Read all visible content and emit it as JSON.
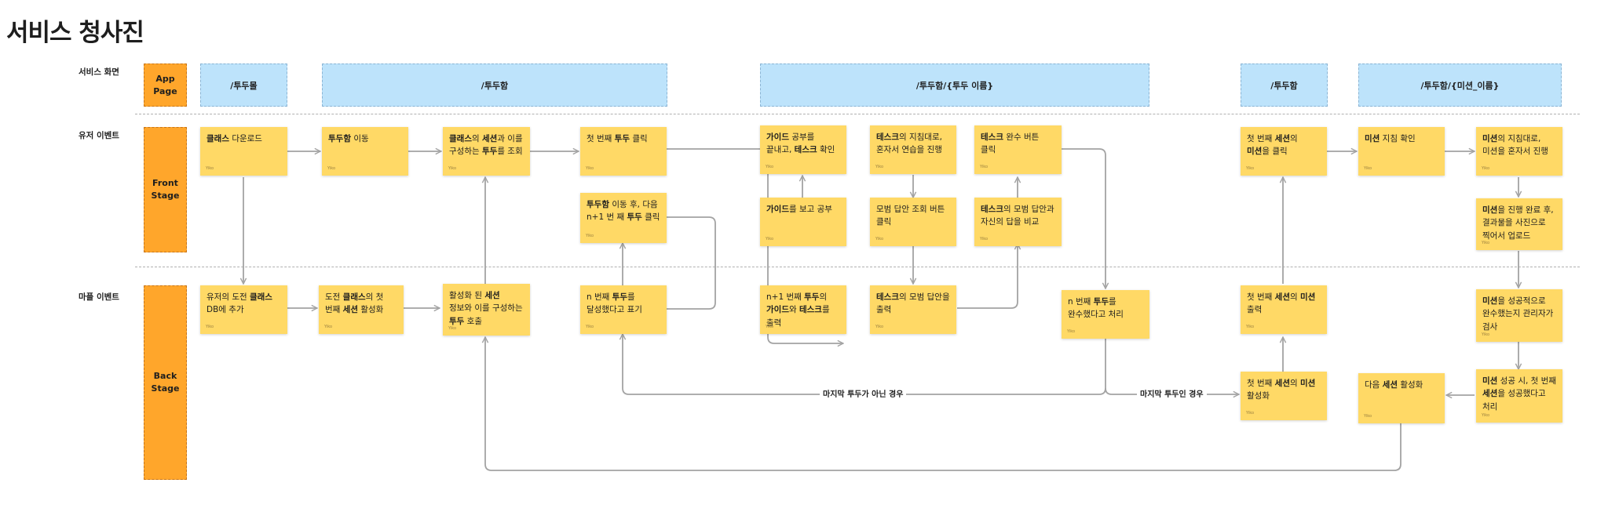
{
  "title": "서비스 청사진",
  "row_labels": {
    "screen": "서비스 화면",
    "user_event": "유저 이벤트",
    "mapl_event": "마플 이벤트"
  },
  "lanes": {
    "app_page": "App\nPage",
    "front_stage": "Front\nStage",
    "back_stage": "Back\nStage"
  },
  "pages": [
    "/투두몰",
    "/투두함",
    "/투두함/{투두 이름}",
    "/투두함",
    "/투두함/{미션_이름}"
  ],
  "note_tag": "Yiko",
  "notes": {
    "n1": [
      {
        "t": "클래스",
        "b": true
      },
      {
        "t": " 다운로드"
      }
    ],
    "n2": [
      {
        "t": "투두함",
        "b": true
      },
      {
        "t": " 이동"
      }
    ],
    "n3": [
      {
        "t": "클래스",
        "b": true
      },
      {
        "t": "의 "
      },
      {
        "t": "세션",
        "b": true
      },
      {
        "t": "과 이를 구성하는 "
      },
      {
        "t": "투두",
        "b": true
      },
      {
        "t": "를 조회"
      }
    ],
    "n4": [
      {
        "t": "첫 번째 "
      },
      {
        "t": "투두",
        "b": true
      },
      {
        "t": " 클릭"
      }
    ],
    "n5": [
      {
        "t": "투두함",
        "b": true
      },
      {
        "t": " 이동 후, 다음 n+1 번 째 "
      },
      {
        "t": "투두",
        "b": true
      },
      {
        "t": " 클릭"
      }
    ],
    "n6": [
      {
        "t": "가이드",
        "b": true
      },
      {
        "t": " 공부를 끝내고, "
      },
      {
        "t": "테스크",
        "b": true
      },
      {
        "t": " 확인"
      }
    ],
    "n7": [
      {
        "t": "가이드",
        "b": true
      },
      {
        "t": "를 보고 공부"
      }
    ],
    "n8": [
      {
        "t": "테스크",
        "b": true
      },
      {
        "t": "의 지침대로, 혼자서 연습을 진행"
      }
    ],
    "n9": [
      {
        "t": "모범 답안 조회 버튼 클릭"
      }
    ],
    "n10": [
      {
        "t": "테스크",
        "b": true
      },
      {
        "t": " 완수 버튼 클릭"
      }
    ],
    "n11": [
      {
        "t": "테스크",
        "b": true
      },
      {
        "t": "의 모범 답안과 자신의 답을 비교"
      }
    ],
    "n12": [
      {
        "t": "첫 번째 "
      },
      {
        "t": "세션",
        "b": true
      },
      {
        "t": "의 "
      },
      {
        "t": "미션",
        "b": true
      },
      {
        "t": "을 클릭"
      }
    ],
    "n13": [
      {
        "t": "미션",
        "b": true
      },
      {
        "t": " 지침 확인"
      }
    ],
    "n14": [
      {
        "t": "미션",
        "b": true
      },
      {
        "t": "의 지침대로, 미션을 혼자서 진행"
      }
    ],
    "n15": [
      {
        "t": "미션",
        "b": true
      },
      {
        "t": "을 진행 완료 후, 결과물을 사진으로 찍어서 업로드"
      }
    ],
    "b1": [
      {
        "t": "유저의 도전 "
      },
      {
        "t": "클래스",
        "b": true
      },
      {
        "t": " DB에 추가"
      }
    ],
    "b2": [
      {
        "t": "도전 "
      },
      {
        "t": "클래스",
        "b": true
      },
      {
        "t": "의 첫 번째 "
      },
      {
        "t": "세션",
        "b": true
      },
      {
        "t": " 활성화"
      }
    ],
    "b3": [
      {
        "t": "활성화 된 "
      },
      {
        "t": "세션",
        "b": true
      },
      {
        "t": " 정보와 이를 구성하는 "
      },
      {
        "t": "투두",
        "b": true
      },
      {
        "t": " 호출"
      }
    ],
    "b4": [
      {
        "t": "n 번째 "
      },
      {
        "t": "투두",
        "b": true
      },
      {
        "t": "를 달성했다고 표기"
      }
    ],
    "b5": [
      {
        "t": "n+1 번째 "
      },
      {
        "t": "투두",
        "b": true
      },
      {
        "t": "의 "
      },
      {
        "t": "가이드",
        "b": true
      },
      {
        "t": "와 "
      },
      {
        "t": "테스크",
        "b": true
      },
      {
        "t": "를 출력"
      }
    ],
    "b6": [
      {
        "t": "테스크",
        "b": true
      },
      {
        "t": "의 모범 답안을 출력"
      }
    ],
    "b7": [
      {
        "t": "n 번째 "
      },
      {
        "t": "투두",
        "b": true
      },
      {
        "t": "를 완수했다고 처리"
      }
    ],
    "b8": [
      {
        "t": "첫 번째 "
      },
      {
        "t": "세션",
        "b": true
      },
      {
        "t": "의 "
      },
      {
        "t": "미션",
        "b": true
      },
      {
        "t": " 출력"
      }
    ],
    "b9": [
      {
        "t": "첫 번째 "
      },
      {
        "t": "세션",
        "b": true
      },
      {
        "t": "의 "
      },
      {
        "t": "미션",
        "b": true
      },
      {
        "t": " 활성화"
      }
    ],
    "b10": [
      {
        "t": "다음 "
      },
      {
        "t": "세션",
        "b": true
      },
      {
        "t": " 활성화"
      }
    ],
    "b11": [
      {
        "t": "미션",
        "b": true
      },
      {
        "t": " 성공 시, 첫 번째 "
      },
      {
        "t": "세션",
        "b": true
      },
      {
        "t": "을 성공했다고 처리"
      }
    ],
    "b12": [
      {
        "t": "미션",
        "b": true
      },
      {
        "t": "을 성공적으로 완수했는지 관리자가 검사"
      }
    ]
  },
  "conditions": {
    "not_last": "마지막 투두가 아닌 경우",
    "last": "마지막 투두인 경우"
  }
}
